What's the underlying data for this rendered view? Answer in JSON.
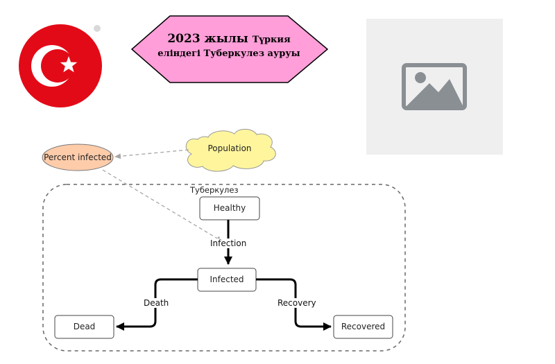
{
  "title": {
    "line1_year": "2023 жылы",
    "line1_rest": "Түркия",
    "line2": "еліндегі Туберкулез ауруы"
  },
  "flag": {
    "colors": {
      "red": "#e30a17",
      "white": "#ffffff"
    }
  },
  "image_placeholder": {
    "icon": "image-icon",
    "bg": "#efefef",
    "fg": "#8a8f94"
  },
  "nodes": {
    "population": "Population",
    "percent_infected": "Percent infected",
    "group_label": "Туберкулез",
    "healthy": "Healthy",
    "infected": "Infected",
    "dead": "Dead",
    "recovered": "Recovered"
  },
  "edges": {
    "infection": "Infection",
    "death": "Death",
    "recovery": "Recovery"
  },
  "colors": {
    "hexagon_fill": "#ff9ed9",
    "cloud_fill": "#fff59d",
    "ellipse_fill": "#ffccaa"
  }
}
